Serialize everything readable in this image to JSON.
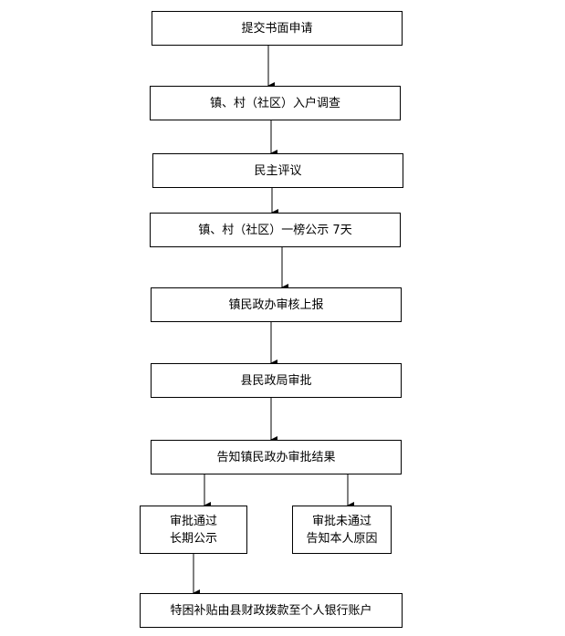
{
  "flowchart": {
    "steps": {
      "submit": "提交书面申请",
      "survey": "镇、村（社区）入户调查",
      "review": "民主评议",
      "publicize": "镇、村（社区）一榜公示 7天",
      "town_audit": "镇民政办审核上报",
      "county_approve": "县民政局审批",
      "notify": "告知镇民政办审批结果",
      "approved_line1": "审批通过",
      "approved_line2": "长期公示",
      "rejected_line1": "审批未通过",
      "rejected_line2": "告知本人原因",
      "payment": "特困补贴由县财政拨款至个人银行账户"
    }
  }
}
